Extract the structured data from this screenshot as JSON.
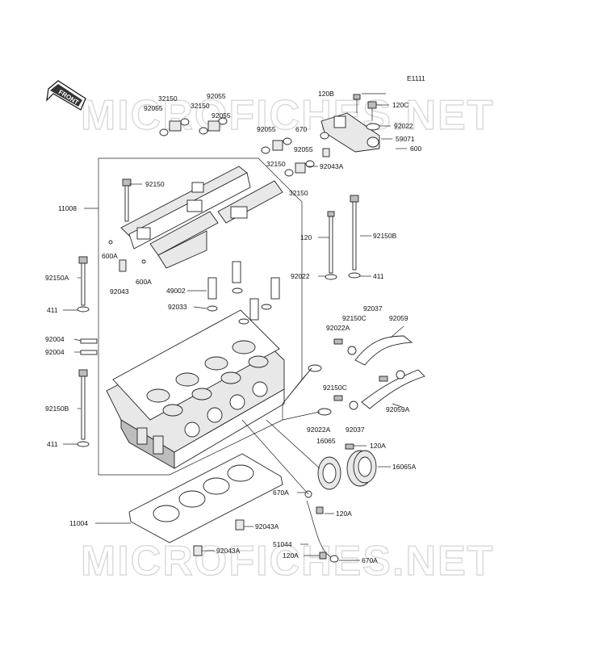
{
  "diagram_code": "E1111",
  "front_label": "FRONT",
  "watermarks": [
    "MICROFICHES.NET",
    "MICROFICHES.NET"
  ],
  "labels": [
    "120B",
    "120C",
    "92022",
    "59071",
    "600",
    "32150",
    "92055",
    "92055",
    "32150",
    "92055",
    "92055",
    "670",
    "92055",
    "32150",
    "92043A",
    "32150",
    "92150",
    "11008",
    "600A",
    "92043",
    "600A",
    "120",
    "92150B",
    "92150A",
    "92022",
    "411",
    "49002",
    "92033",
    "411",
    "92004",
    "92004",
    "92037",
    "92150C",
    "92059",
    "92022A",
    "92150B",
    "92150C",
    "92059A",
    "92037",
    "92022A",
    "411",
    "16065",
    "120A",
    "16065A",
    "670A",
    "120A",
    "11004",
    "92043A",
    "51044",
    "120A",
    "670A",
    "92043A"
  ]
}
